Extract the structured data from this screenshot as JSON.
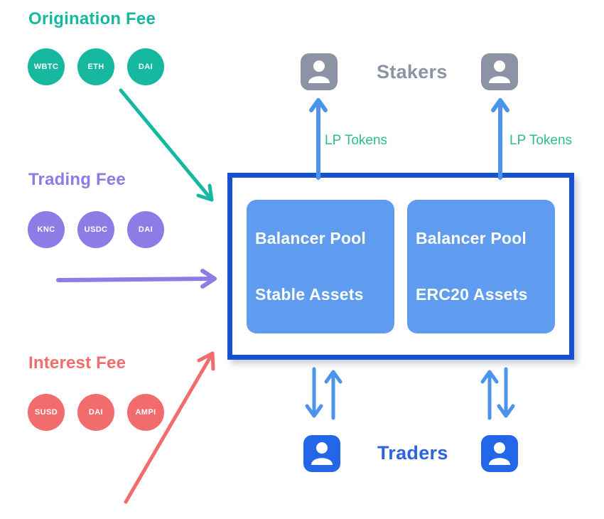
{
  "sections": {
    "origination": {
      "title": "Origination Fee",
      "tokens": [
        "WBTC",
        "ETH",
        "DAI"
      ]
    },
    "trading": {
      "title": "Trading Fee",
      "tokens": [
        "KNC",
        "USDC",
        "DAI"
      ]
    },
    "interest": {
      "title": "Interest Fee",
      "tokens": [
        "SUSD",
        "DAI",
        "AMPI"
      ]
    }
  },
  "stakers": {
    "label": "Stakers"
  },
  "traders": {
    "label": "Traders"
  },
  "lp_tokens": {
    "left_label": "LP Tokens",
    "right_label": "LP Tokens"
  },
  "pools": [
    {
      "line1": "Balancer Pool",
      "line2": "Stable Assets"
    },
    {
      "line1": "Balancer Pool",
      "line2": "ERC20 Assets"
    }
  ],
  "colors": {
    "teal": "#17b8a0",
    "purple": "#8b7ce6",
    "coral": "#f16c6c",
    "arrow_blue": "#4b94ea",
    "box_border_blue": "#1850cf",
    "pool_blue": "#5f9cf0",
    "gray_icon": "#8b93a4",
    "trader_blue": "#2366e8",
    "trader_text": "#2d63dd",
    "lp_green": "#2dbd8b"
  }
}
